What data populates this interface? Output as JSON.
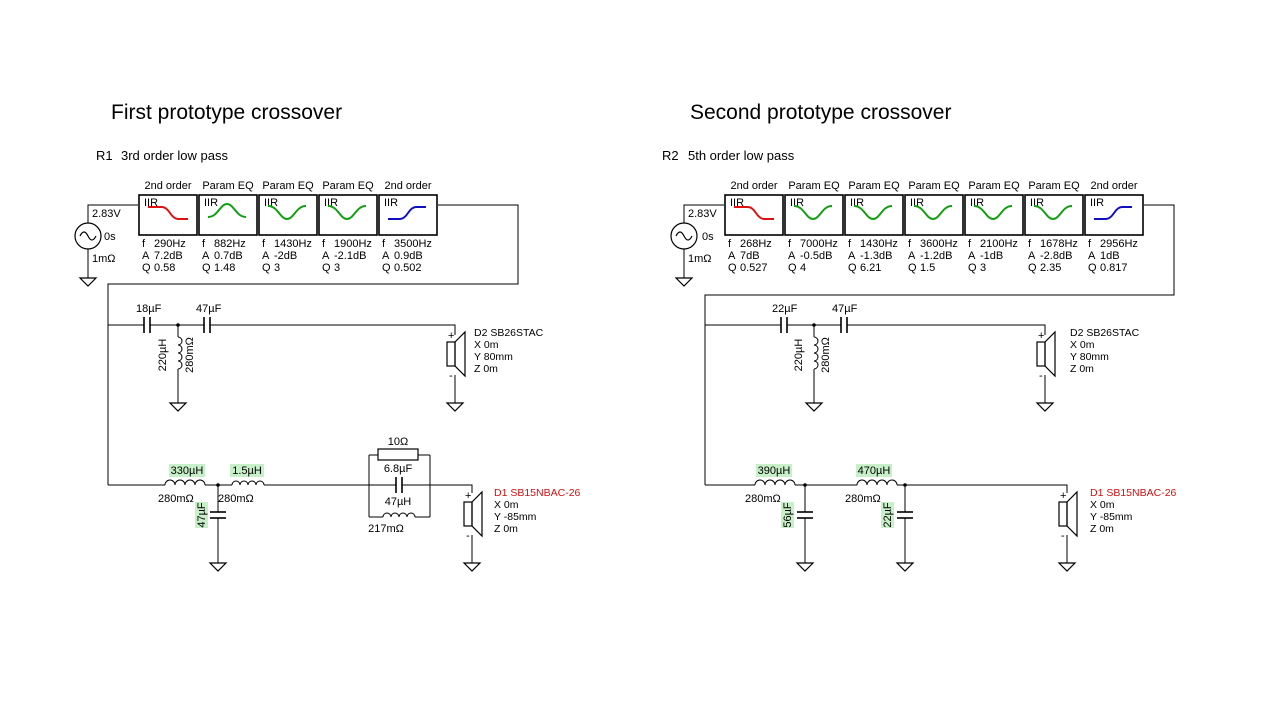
{
  "titles": {
    "left": "First prototype crossover",
    "right": "Second prototype crossover"
  },
  "left": {
    "ref": "R1",
    "label": "3rd order low pass",
    "source": {
      "voltage": "2.83V",
      "delay": "0s",
      "resistance": "1mΩ"
    },
    "blocks": [
      {
        "header": "2nd order",
        "kind": "IIR",
        "curve": "lowpass",
        "color": "#e01010",
        "f": "290Hz",
        "a": "7.2dB",
        "q": "0.58"
      },
      {
        "header": "Param EQ",
        "kind": "IIR",
        "curve": "peak",
        "color": "#10a010",
        "f": "882Hz",
        "a": "0.7dB",
        "q": "1.48"
      },
      {
        "header": "Param EQ",
        "kind": "IIR",
        "curve": "dip",
        "color": "#10a010",
        "f": "1430Hz",
        "a": "-2dB",
        "q": "3"
      },
      {
        "header": "Param EQ",
        "kind": "IIR",
        "curve": "dip",
        "color": "#10a010",
        "f": "1900Hz",
        "a": "-2.1dB",
        "q": "3"
      },
      {
        "header": "2nd order",
        "kind": "IIR",
        "curve": "highpass",
        "color": "#1010c0",
        "f": "3500Hz",
        "a": "0.9dB",
        "q": "0.502"
      }
    ],
    "tweeter": {
      "c1": "18µF",
      "c2": "47µF",
      "l": "220µH",
      "lr": "280mΩ",
      "driver": {
        "name": "D2 SB26STAC",
        "x": "X 0m",
        "y": "Y 80mm",
        "z": "Z 0m"
      }
    },
    "woofer": {
      "l1": "330µH",
      "l1r": "280mΩ",
      "c1": "47µF",
      "l2": "1.5µH",
      "l2r": "280mΩ",
      "r": "10Ω",
      "c2": "6.8µF",
      "l3": "47µH",
      "l3r": "217mΩ",
      "driver": {
        "name": "D1 SB15NBAC-26",
        "x": "X 0m",
        "y": "Y -85mm",
        "z": "Z 0m"
      }
    }
  },
  "right": {
    "ref": "R2",
    "label": "5th order low pass",
    "source": {
      "voltage": "2.83V",
      "delay": "0s",
      "resistance": "1mΩ"
    },
    "blocks": [
      {
        "header": "2nd order",
        "kind": "IIR",
        "curve": "lowpass",
        "color": "#e01010",
        "f": "268Hz",
        "a": "7dB",
        "q": "0.527"
      },
      {
        "header": "Param EQ",
        "kind": "IIR",
        "curve": "dip",
        "color": "#10a010",
        "f": "7000Hz",
        "a": "-0.5dB",
        "q": "4"
      },
      {
        "header": "Param EQ",
        "kind": "IIR",
        "curve": "dip",
        "color": "#10a010",
        "f": "1430Hz",
        "a": "-1.3dB",
        "q": "6.21"
      },
      {
        "header": "Param EQ",
        "kind": "IIR",
        "curve": "dip",
        "color": "#10a010",
        "f": "3600Hz",
        "a": "-1.2dB",
        "q": "1.5"
      },
      {
        "header": "Param EQ",
        "kind": "IIR",
        "curve": "dip",
        "color": "#10a010",
        "f": "2100Hz",
        "a": "-1dB",
        "q": "3"
      },
      {
        "header": "Param EQ",
        "kind": "IIR",
        "curve": "dip",
        "color": "#10a010",
        "f": "1678Hz",
        "a": "-2.8dB",
        "q": "2.35"
      },
      {
        "header": "2nd order",
        "kind": "IIR",
        "curve": "highpass",
        "color": "#1010c0",
        "f": "2956Hz",
        "a": "1dB",
        "q": "0.817"
      }
    ],
    "tweeter": {
      "c1": "22µF",
      "c2": "47µF",
      "l": "220µH",
      "lr": "280mΩ",
      "driver": {
        "name": "D2 SB26STAC",
        "x": "X 0m",
        "y": "Y 80mm",
        "z": "Z 0m"
      }
    },
    "woofer": {
      "l1": "390µH",
      "l1r": "280mΩ",
      "c1": "56µF",
      "l2": "470µH",
      "l2r": "280mΩ",
      "c2": "22µF",
      "driver": {
        "name": "D1 SB15NBAC-26",
        "x": "X 0m",
        "y": "Y -85mm",
        "z": "Z 0m"
      }
    }
  }
}
